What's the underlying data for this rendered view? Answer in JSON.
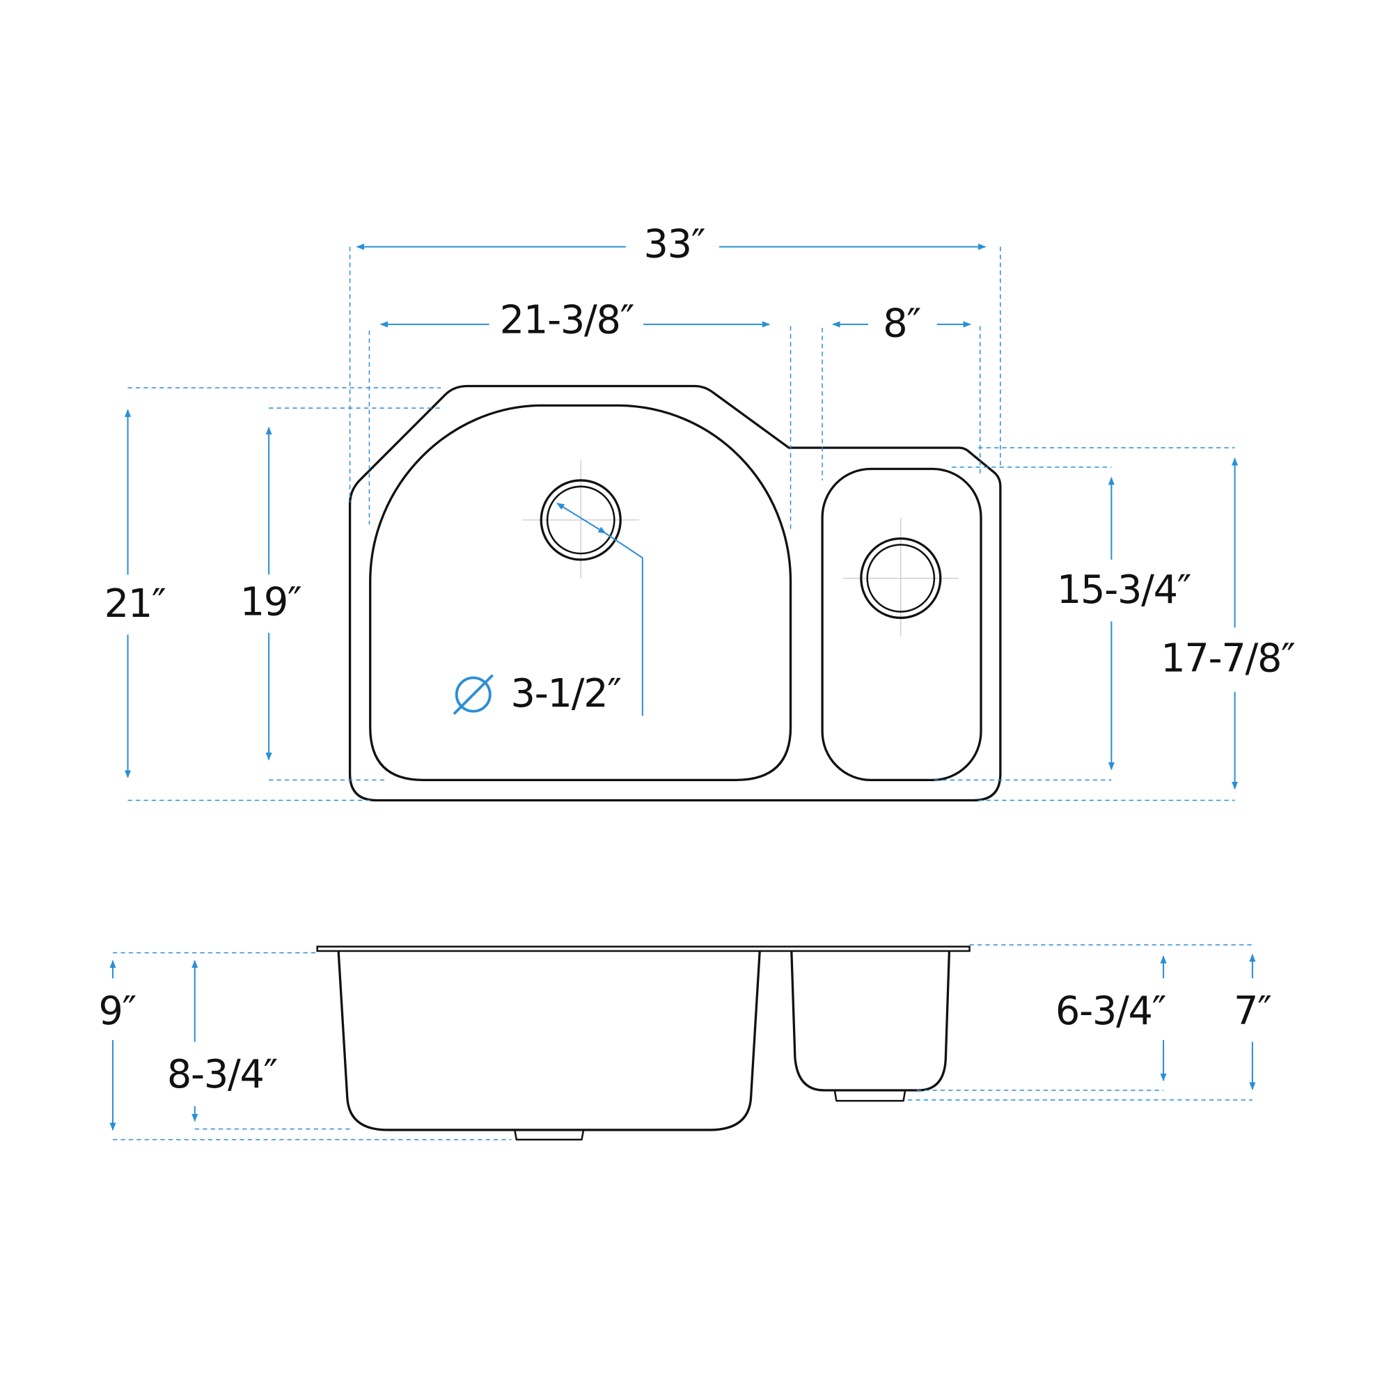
{
  "accent_color": "#2a8fd6",
  "outline_color": "#111111",
  "top_view": {
    "overall_width": "33″",
    "large_bowl_width": "21-3/8″",
    "small_bowl_width": "8″",
    "overall_depth": "21″",
    "large_bowl_depth": "19″",
    "small_bowl_depth": "15-3/4″",
    "right_side_depth": "17-7/8″",
    "drain_diameter": "3-1/2″",
    "drain_diameter_icon": "diameter-symbol"
  },
  "side_view": {
    "overall_height": "9″",
    "large_bowl_height": "8-3/4″",
    "small_bowl_height": "6-3/4″",
    "small_side_height": "7″"
  }
}
